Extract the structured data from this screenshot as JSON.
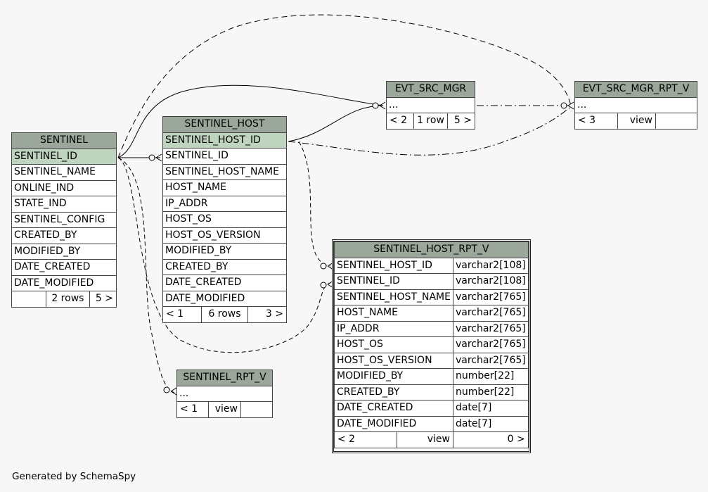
{
  "colors": {
    "header": "#9aa79a",
    "primary_key": "#bfd4bf",
    "background": "#f7f7f7"
  },
  "tables": {
    "sentinel": {
      "name": "SENTINEL",
      "columns": [
        "SENTINEL_ID",
        "SENTINEL_NAME",
        "ONLINE_IND",
        "STATE_IND",
        "SENTINEL_CONFIG",
        "CREATED_BY",
        "MODIFIED_BY",
        "DATE_CREATED",
        "DATE_MODIFIED"
      ],
      "footer": [
        "",
        "2 rows",
        "5 >"
      ]
    },
    "sentinel_host": {
      "name": "SENTINEL_HOST",
      "columns": [
        "SENTINEL_HOST_ID",
        "SENTINEL_ID",
        "SENTINEL_HOST_NAME",
        "HOST_NAME",
        "IP_ADDR",
        "HOST_OS",
        "HOST_OS_VERSION",
        "MODIFIED_BY",
        "CREATED_BY",
        "DATE_CREATED",
        "DATE_MODIFIED"
      ],
      "footer": [
        "< 1",
        "6 rows",
        "3 >"
      ]
    },
    "evt_src_mgr": {
      "name": "EVT_SRC_MGR",
      "columns": [
        "..."
      ],
      "footer": [
        "< 2",
        "1 row",
        "5 >"
      ]
    },
    "evt_src_mgr_rpt_v": {
      "name": "EVT_SRC_MGR_RPT_V",
      "columns": [
        "..."
      ],
      "footer": [
        "< 3",
        "view",
        ""
      ]
    },
    "sentinel_rpt_v": {
      "name": "SENTINEL_RPT_V",
      "columns": [
        "..."
      ],
      "footer": [
        "< 1",
        "view",
        ""
      ]
    },
    "sentinel_host_rpt_v": {
      "name": "SENTINEL_HOST_RPT_V",
      "columns": [
        {
          "name": "SENTINEL_HOST_ID",
          "type": "varchar2[108]"
        },
        {
          "name": "SENTINEL_ID",
          "type": "varchar2[108]"
        },
        {
          "name": "SENTINEL_HOST_NAME",
          "type": "varchar2[765]"
        },
        {
          "name": "HOST_NAME",
          "type": "varchar2[765]"
        },
        {
          "name": "IP_ADDR",
          "type": "varchar2[765]"
        },
        {
          "name": "HOST_OS",
          "type": "varchar2[765]"
        },
        {
          "name": "HOST_OS_VERSION",
          "type": "varchar2[765]"
        },
        {
          "name": "MODIFIED_BY",
          "type": "number[22]"
        },
        {
          "name": "CREATED_BY",
          "type": "number[22]"
        },
        {
          "name": "DATE_CREATED",
          "type": "date[7]"
        },
        {
          "name": "DATE_MODIFIED",
          "type": "date[7]"
        }
      ],
      "footer": [
        "< 2",
        "view",
        "0 >"
      ]
    }
  },
  "generated_by": "Generated by SchemaSpy"
}
